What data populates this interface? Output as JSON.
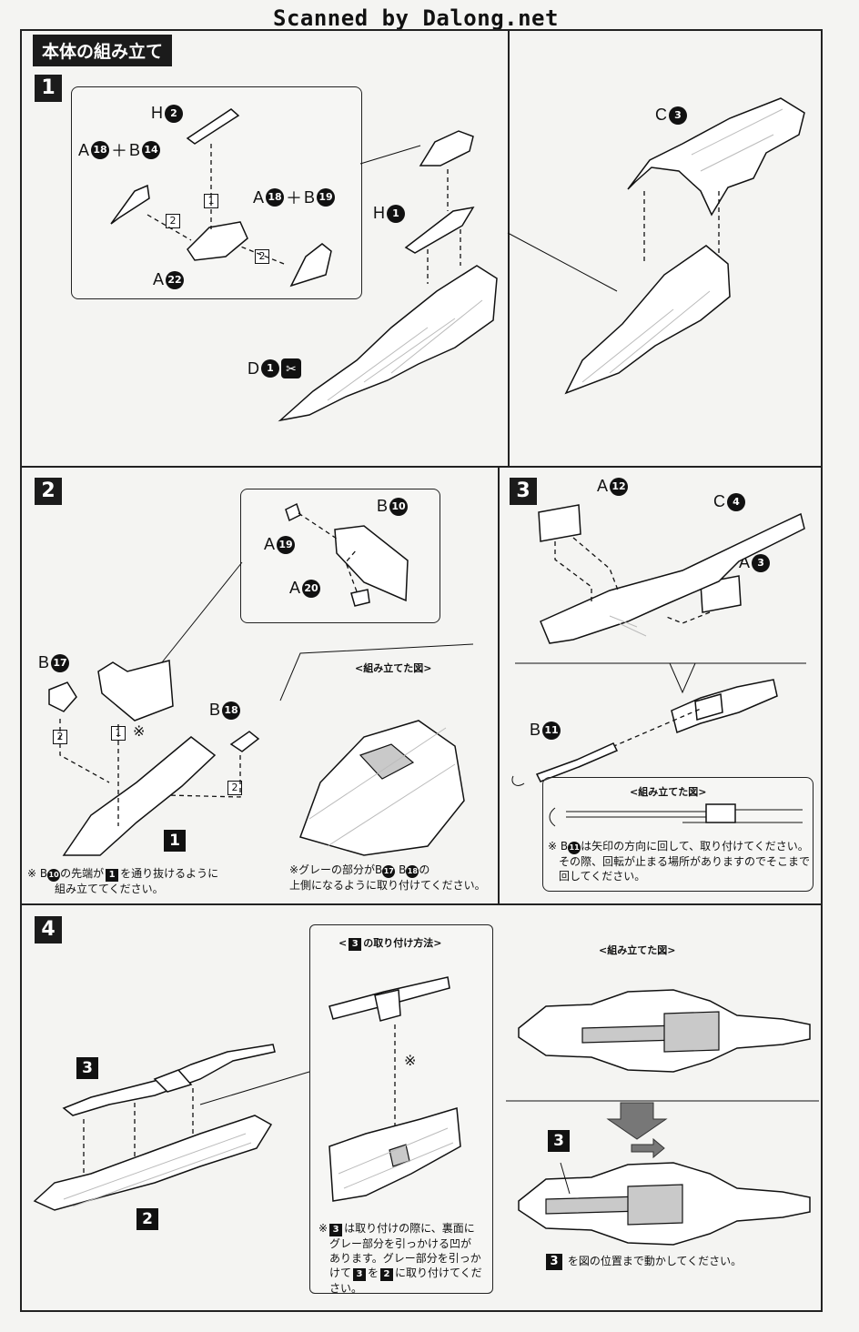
{
  "watermark": "Scanned by Dalong.net",
  "section_title": "本体の組み立て",
  "steps": {
    "s1": {
      "num": "1"
    },
    "s2": {
      "num": "2"
    },
    "s3": {
      "num": "3"
    },
    "s4": {
      "num": "4"
    }
  },
  "parts": {
    "A": "A",
    "B": "B",
    "C": "C",
    "D": "D",
    "H": "H",
    "plus": "＋",
    "n1": "1",
    "n2": "2",
    "n3": "3",
    "n4": "4",
    "n10": "10",
    "n11": "11",
    "n12": "12",
    "n14": "14",
    "n17": "17",
    "n18": "18",
    "n19": "19",
    "n20": "20",
    "n22": "22"
  },
  "order_marks": {
    "one": "1",
    "two": "2",
    "ref": "※"
  },
  "captions": {
    "assembled": "<組み立てた図>",
    "assembled2": "<組み立てた図>",
    "assembled3": "<組み立てた図>",
    "mount_method_pre": "<",
    "mount_method_num": "3",
    "mount_method_post": "の取り付け方法>"
  },
  "notes": {
    "s2_note1_a": "※ B",
    "s2_note1_b": "の先端が",
    "s2_note1_c": "を通り抜けるように",
    "s2_note1_d": "組み立ててください。",
    "s2_note2_a": "※グレーの部分がB",
    "s2_note2_b": "B",
    "s2_note2_c": "の",
    "s2_note2_d": "上側になるように取り付けてください。",
    "s3_note_a": "※ B",
    "s3_note_b": "は矢印の方向に回して、取り付けてください。",
    "s3_note_c": "その際、回転が止まる場所がありますのでそこまで",
    "s3_note_d": "回してください。",
    "s4_note_a": "※",
    "s4_note_b": "は取り付けの際に、裏面に",
    "s4_note_c": "グレー部分を引っかける凹が",
    "s4_note_d": "あります。グレー部分を引っか",
    "s4_note_e": "けて",
    "s4_note_f": "を",
    "s4_note_g": "に取り付けてくだ",
    "s4_note_h": "さい。",
    "s4_move_a": "を図の位置まで動かしてください。"
  }
}
